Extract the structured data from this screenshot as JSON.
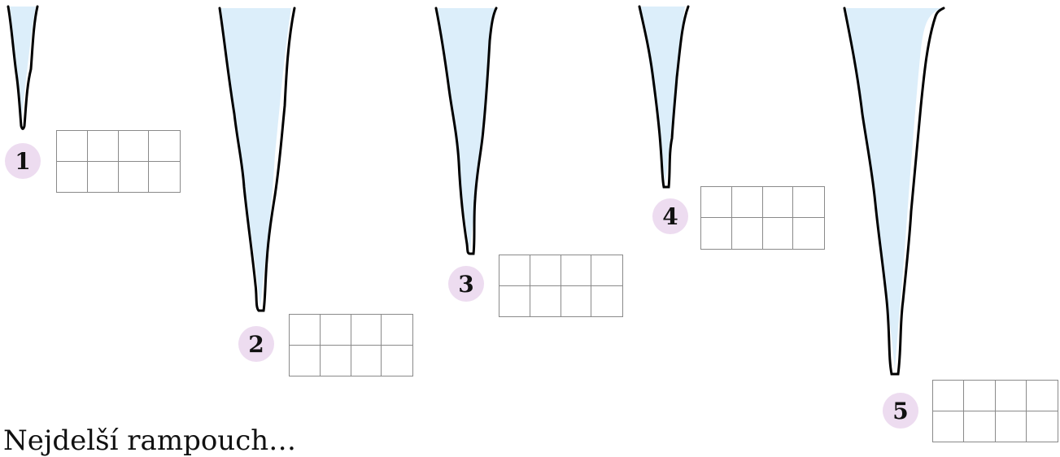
{
  "items": [
    {
      "label": "1"
    },
    {
      "label": "2"
    },
    {
      "label": "3"
    },
    {
      "label": "4"
    },
    {
      "label": "5"
    }
  ],
  "caption": "Nejdelší rampouch…",
  "colors": {
    "badge": "#eddcf0",
    "ice": "#dceefa",
    "outline": "#000000",
    "grid": "#8a8a8a"
  }
}
